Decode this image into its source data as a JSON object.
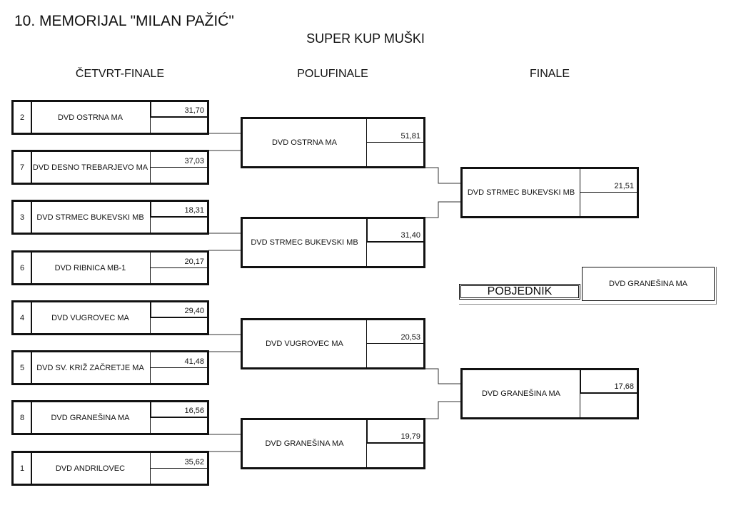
{
  "header": {
    "title": "10. MEMORIJAL \"MILAN PAŽIĆ\"",
    "subtitle": "SUPER KUP MUŠKI"
  },
  "rounds": {
    "quarterfinal": "ČETVRT-FINALE",
    "semifinal": "POLUFINALE",
    "final": "FINALE"
  },
  "quarterfinals": [
    {
      "seed": "2",
      "team": "DVD OSTRNA MA",
      "score": "31,70"
    },
    {
      "seed": "7",
      "team": "DVD DESNO TREBARJEVO MA",
      "score": "37,03"
    },
    {
      "seed": "3",
      "team": "DVD STRMEC BUKEVSKI MB",
      "score": "18,31"
    },
    {
      "seed": "6",
      "team": "DVD RIBNICA MB-1",
      "score": "20,17"
    },
    {
      "seed": "4",
      "team": "DVD VUGROVEC MA",
      "score": "29,40"
    },
    {
      "seed": "5",
      "team": "DVD SV. KRIŽ ZAČRETJE MA",
      "score": "41,48"
    },
    {
      "seed": "8",
      "team": "DVD GRANEŠINA MA",
      "score": "16,56"
    },
    {
      "seed": "1",
      "team": "DVD ANDRILOVEC",
      "score": "35,62"
    }
  ],
  "semifinals": [
    {
      "team": "DVD OSTRNA MA",
      "score": "51,81"
    },
    {
      "team": "DVD STRMEC BUKEVSKI MB",
      "score": "31,40"
    },
    {
      "team": "DVD VUGROVEC MA",
      "score": "20,53"
    },
    {
      "team": "DVD GRANEŠINA MA",
      "score": "19,79"
    }
  ],
  "finals": [
    {
      "team": "DVD STRMEC BUKEVSKI MB",
      "score": "21,51"
    },
    {
      "team": "DVD GRANEŠINA MA",
      "score": "17,68"
    }
  ],
  "winner": {
    "label": "POBJEDNIK",
    "team": "DVD GRANEŠINA MA"
  }
}
